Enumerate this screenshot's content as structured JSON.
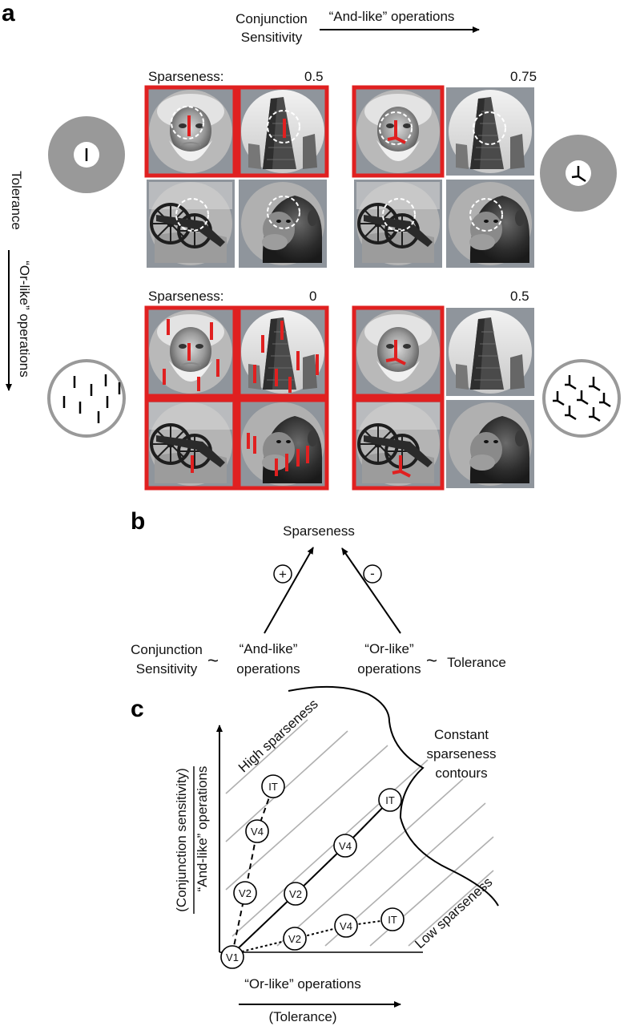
{
  "panel_a": {
    "letter": "a",
    "top_axis": {
      "line1": "Conjunction",
      "line2": "Sensitivity",
      "arrow_label": "“And-like” operations"
    },
    "left_axis": {
      "label": "Tolerance",
      "arrow_label": "“Or-like” operations"
    },
    "sparseness_label": "Sparseness:",
    "quadrants": [
      {
        "value": "0.5"
      },
      {
        "value": "0.75"
      },
      {
        "value": "0"
      },
      {
        "value": "0.5"
      }
    ],
    "image_subjects": [
      "old man",
      "flatiron building",
      "cannon",
      "chimpanzee"
    ],
    "highlight_color": "#e02020"
  },
  "panel_b": {
    "letter": "b",
    "top": "Sparseness",
    "plus": "+",
    "minus": "-",
    "left_line1": "Conjunction",
    "left_line2": "Sensitivity",
    "tilde": "~",
    "and_line1": "“And-like”",
    "and_line2": "operations",
    "or_line1": "“Or-like”",
    "or_line2": "operations",
    "right": "Tolerance"
  },
  "panel_c": {
    "letter": "c",
    "high": "High sparseness",
    "low": "Low sparseness",
    "contour_line1": "Constant",
    "contour_line2": "sparseness",
    "contour_line3": "contours",
    "ylabel1": "(Conjunction sensitivity)",
    "ylabel2": "“And-like” operations",
    "xlabel1": "“Or-like” operations",
    "xlabel2": "(Tolerance)",
    "origin": "V1",
    "paths": [
      {
        "style": "dashed",
        "nodes": [
          "V2",
          "V4",
          "IT"
        ]
      },
      {
        "style": "solid",
        "nodes": [
          "V2",
          "V4",
          "IT"
        ]
      },
      {
        "style": "dotted",
        "nodes": [
          "V2",
          "V4",
          "IT"
        ]
      }
    ]
  }
}
